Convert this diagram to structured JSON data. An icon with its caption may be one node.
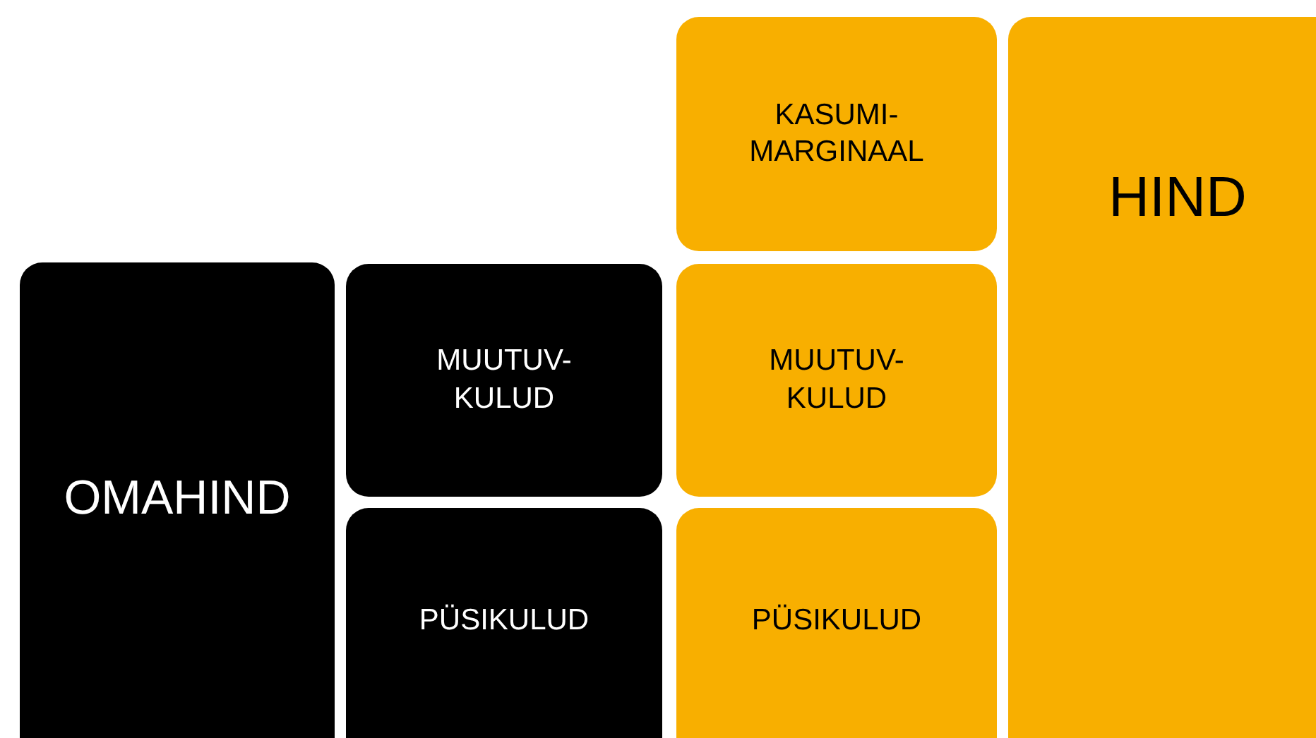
{
  "diagram": {
    "nodes": [
      {
        "text": [
          "KASUMI- MARGINAAL"
        ]
      },
      {
        "text": [
          "HIND"
        ]
      },
      {
        "text": [
          "OMAHIND"
        ]
      },
      {
        "text": [
          "MUUTUV- KULUD"
        ]
      },
      {
        "text": [
          "MUUTUV- KULUD"
        ]
      },
      {
        "text": [
          "PÜSIKULUD"
        ]
      },
      {
        "text": [
          "PÜSIKULUD"
        ]
      }
    ]
  }
}
